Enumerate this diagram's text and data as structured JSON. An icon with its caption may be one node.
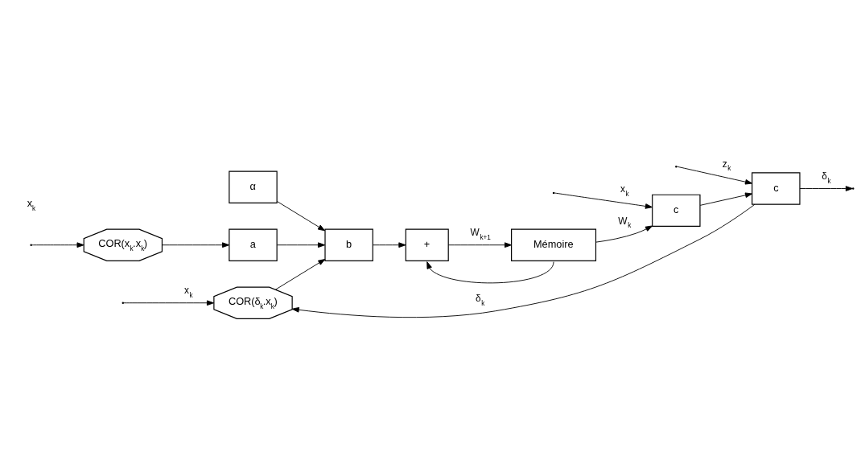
{
  "diagram": {
    "nodes": [
      {
        "text": [
          "COR(δ$_{k}$.x$_{k}$)"
        ]
      },
      {
        "text": [
          "α"
        ]
      },
      {
        "text": [
          "b"
        ]
      },
      {
        "text": [
          "+"
        ]
      },
      {
        "text": [
          "Mémoire"
        ]
      },
      {
        "text": [
          "c"
        ]
      },
      {
        "text": [
          "c"
        ]
      },
      {
        "text": [
          "a"
        ]
      },
      {
        "text": [
          "COR(x$_{k}$.x$_{k}$)"
        ]
      }
    ],
    "edges": [
      {
        "from": null,
        "to": 0,
        "arrow": "to",
        "label": "x$_{k}$"
      },
      {
        "from": 5,
        "to": 0,
        "arrow": "to",
        "label": "δ$_{k}$"
      },
      {
        "from": 0,
        "to": 2,
        "arrow": "to"
      },
      {
        "from": 1,
        "to": 2,
        "arrow": "to"
      },
      {
        "from": 2,
        "to": 3,
        "arrow": "to"
      },
      {
        "from": 3,
        "to": 4,
        "arrow": "to",
        "label": "W$_{k+1}$"
      },
      {
        "from": 4,
        "to": 6,
        "arrow": "to",
        "label": "W$_{k}$"
      },
      {
        "from": 4,
        "to": 3,
        "arrow": "to"
      },
      {
        "from": 6,
        "to": 5,
        "arrow": "to"
      },
      {
        "from": null,
        "to": 5,
        "arrow": "to",
        "label": "z$_{k}$"
      },
      {
        "from": 5,
        "to": null,
        "arrow": "to",
        "label": "δ$_{k}$"
      },
      {
        "from": null,
        "to": 6,
        "arrow": "to",
        "label": "x$_{k}$"
      },
      {
        "from": 7,
        "to": 2,
        "arrow": "to"
      },
      {
        "from": 8,
        "to": 7,
        "arrow": "to"
      },
      {
        "from": null,
        "to": 8,
        "arrow": "to"
      }
    ],
    "labels": [
      "x$_{k}$"
    ]
  }
}
